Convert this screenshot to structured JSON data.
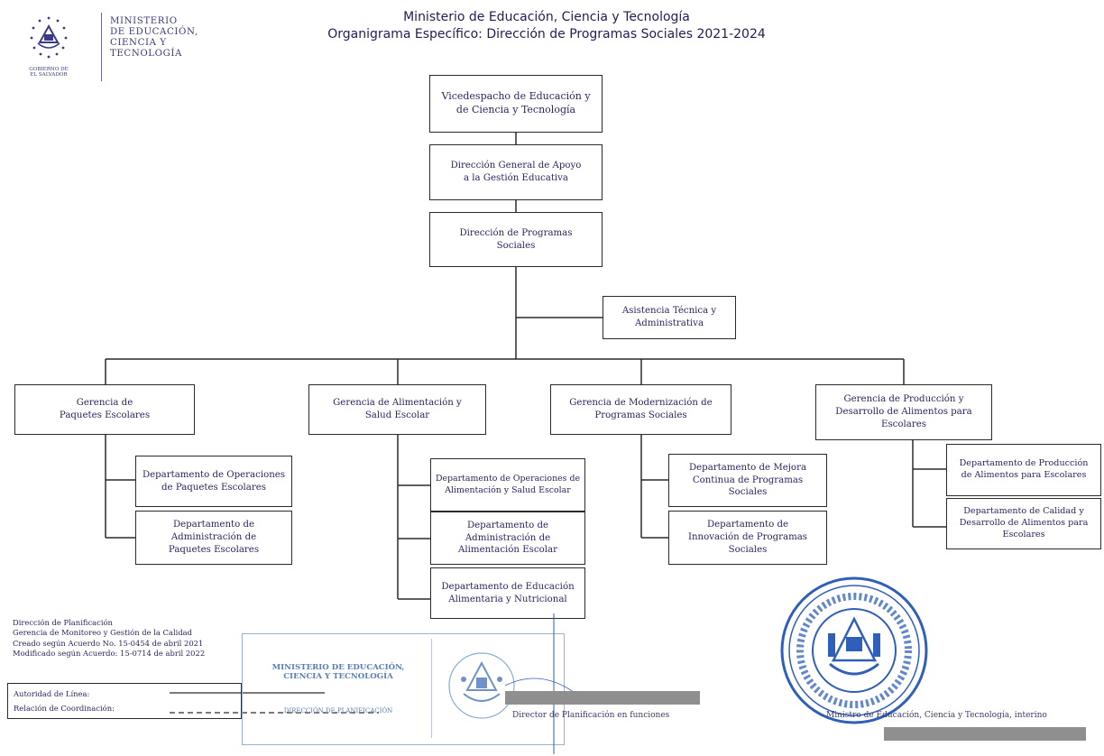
{
  "header": {
    "logo_text": [
      "MINISTERIO",
      "DE EDUCACIÓN,",
      "CIENCIA Y",
      "TECNOLOGÍA"
    ],
    "gov_text": [
      "GOBIERNO DE",
      "EL SALVADOR"
    ],
    "title_line1": "Ministerio de Educación, Ciencia y Tecnología",
    "title_line2": "Organigrama Específico: Dirección de Programas Sociales  2021-2024"
  },
  "org": {
    "vicedespacho": "Vicedespacho de Educación y de Ciencia y Tecnología",
    "direccion_general": "Dirección General de Apoyo a la Gestión Educativa",
    "direccion_programas": "Dirección de Programas Sociales",
    "asistencia": "Asistencia Técnica y Administrativa",
    "gerencias": [
      {
        "name": "Gerencia de Paquetes Escolares",
        "departments": [
          "Departamento de Operaciones de Paquetes Escolares",
          "Departamento de Administración de Paquetes Escolares"
        ]
      },
      {
        "name": "Gerencia de Alimentación y Salud Escolar",
        "departments": [
          "Departamento de Operaciones de Alimentación y Salud Escolar",
          "Departamento de Administración de Alimentación Escolar",
          "Departamento de Educación Alimentaria y Nutricional"
        ]
      },
      {
        "name": "Gerencia de Modernización de Programas Sociales",
        "departments": [
          "Departamento de Mejora Continua de Programas Sociales",
          "Departamento de Innovación de Programas Sociales"
        ]
      },
      {
        "name": "Gerencia de Producción y Desarrollo de Alimentos para Escolares",
        "departments": [
          "Departamento de Producción de Alimentos para Escolares",
          "Departamento de Calidad y Desarrollo de Alimentos para Escolares"
        ]
      }
    ]
  },
  "footer": {
    "notes": [
      "Dirección de Planificación",
      "Gerencia de Monitoreo y Gestión de la Calidad",
      "Creado según Acuerdo No. 15-0454 de abril 2021",
      "Modificado según Acuerdo: 15-0714 de abril 2022"
    ],
    "legend_authority": "Autoridad de Línea:",
    "legend_coordination": "Relación de Coordinación:",
    "stamp_title": "MINISTERIO DE EDUCACIÓN, CIENCIA Y TECNOLOGÍA",
    "stamp_sub": "DIRECCIÓN DE PLANIFICACIÓN",
    "signer_left": "Director de Planificación en funciones",
    "signer_right": "Ministro de Educación, Ciencia y Tecnología, interino"
  },
  "colors": {
    "text_navy": "#2b2660",
    "stamp_blue": "#2f5fb8",
    "redaction_gray": "#8f8f8f"
  }
}
